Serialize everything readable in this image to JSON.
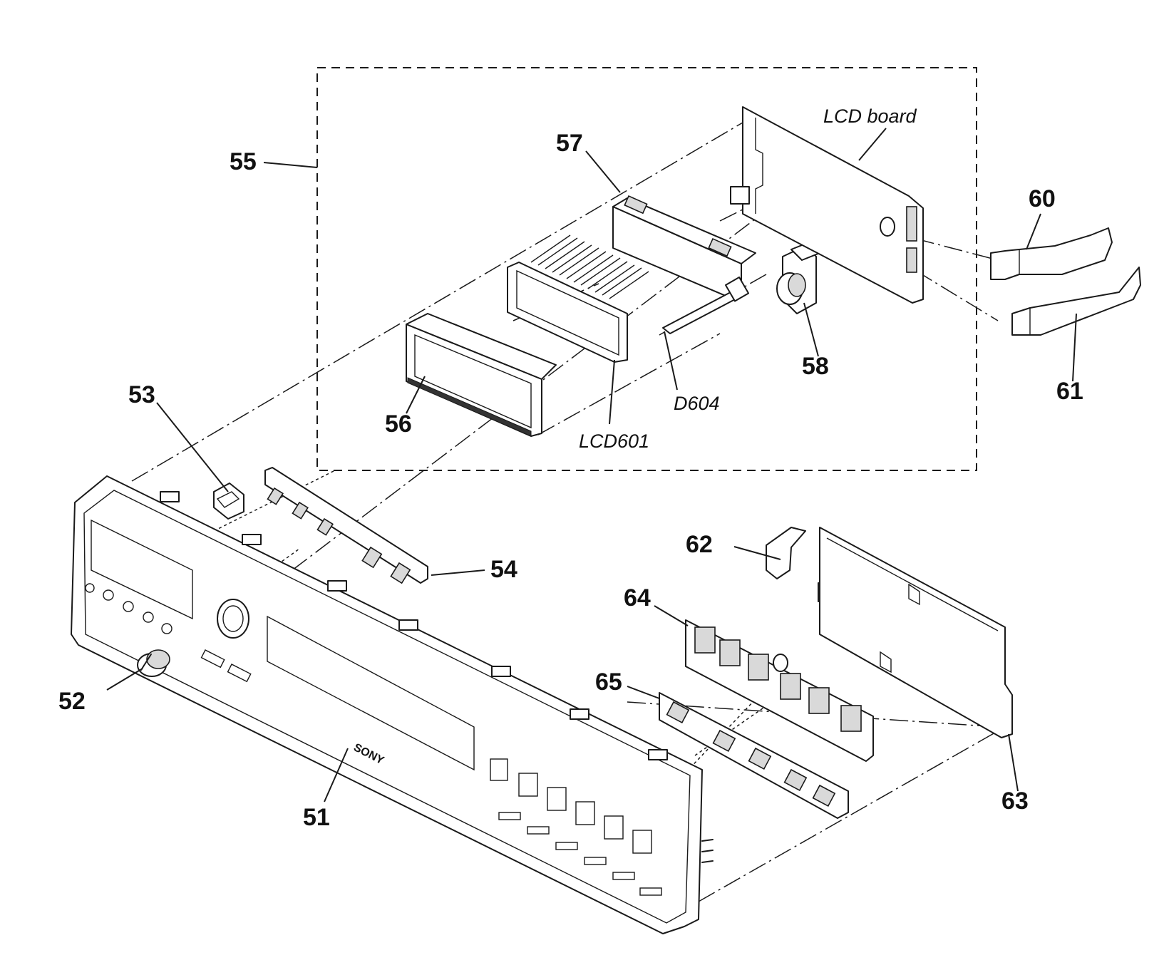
{
  "callouts": [
    {
      "id": "51",
      "text": "51"
    },
    {
      "id": "52",
      "text": "52"
    },
    {
      "id": "53",
      "text": "53"
    },
    {
      "id": "54",
      "text": "54"
    },
    {
      "id": "55",
      "text": "55"
    },
    {
      "id": "56",
      "text": "56"
    },
    {
      "id": "57",
      "text": "57"
    },
    {
      "id": "58",
      "text": "58"
    },
    {
      "id": "60",
      "text": "60"
    },
    {
      "id": "61",
      "text": "61"
    },
    {
      "id": "62",
      "text": "62"
    },
    {
      "id": "63",
      "text": "63"
    },
    {
      "id": "64",
      "text": "64"
    },
    {
      "id": "65",
      "text": "65"
    }
  ],
  "labels": {
    "lcd_board": "LCD board",
    "lcd601": "LCD601",
    "d604": "D604"
  },
  "brand_logo": "SONY"
}
